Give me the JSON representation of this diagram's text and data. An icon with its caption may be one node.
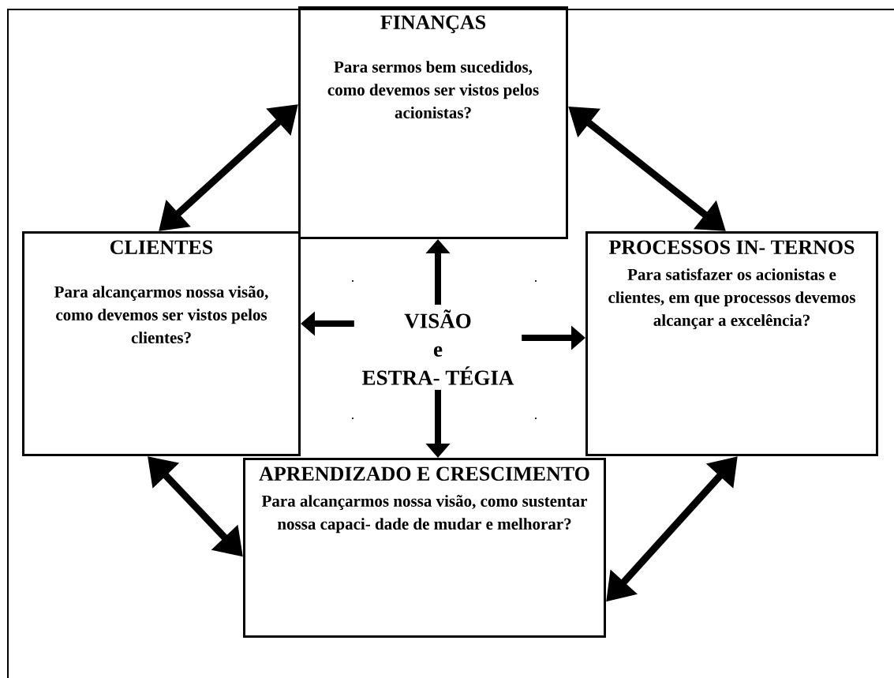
{
  "diagram": {
    "nodes": [
      {
        "text": [
          "FINANÇAS",
          "Para sermos bem sucedidos, como devemos ser vistos pelos acionistas?"
        ]
      },
      {
        "text": [
          "CLIENTES",
          "Para alcançarmos nossa visão, como devemos ser vistos pelos clientes?"
        ]
      },
      {
        "text": [
          "VISÃO",
          "e",
          "ESTRA- TÉGIA"
        ]
      },
      {
        "text": [
          "PROCESSOS IN- TERNOS",
          "Para satisfazer os acionistas e clientes, em que processos devemos alcançar a excelência?"
        ]
      },
      {
        "text": [
          "APRENDIZADO E CRESCIMENTO",
          "Para alcançarmos nossa visão, como sustentar nossa capaci- dade de mudar e melhorar?"
        ]
      }
    ],
    "edges": [
      {
        "from": 0,
        "to": 1,
        "arrow": "both"
      },
      {
        "from": 0,
        "to": 3,
        "arrow": "both"
      },
      {
        "from": 1,
        "to": 4,
        "arrow": "both"
      },
      {
        "from": 3,
        "to": 4,
        "arrow": "both"
      },
      {
        "from": 2,
        "to": 0,
        "arrow": "to"
      },
      {
        "from": 2,
        "to": 1,
        "arrow": "to"
      },
      {
        "from": 2,
        "to": 3,
        "arrow": "to"
      },
      {
        "from": 2,
        "to": 4,
        "arrow": "to"
      }
    ]
  }
}
